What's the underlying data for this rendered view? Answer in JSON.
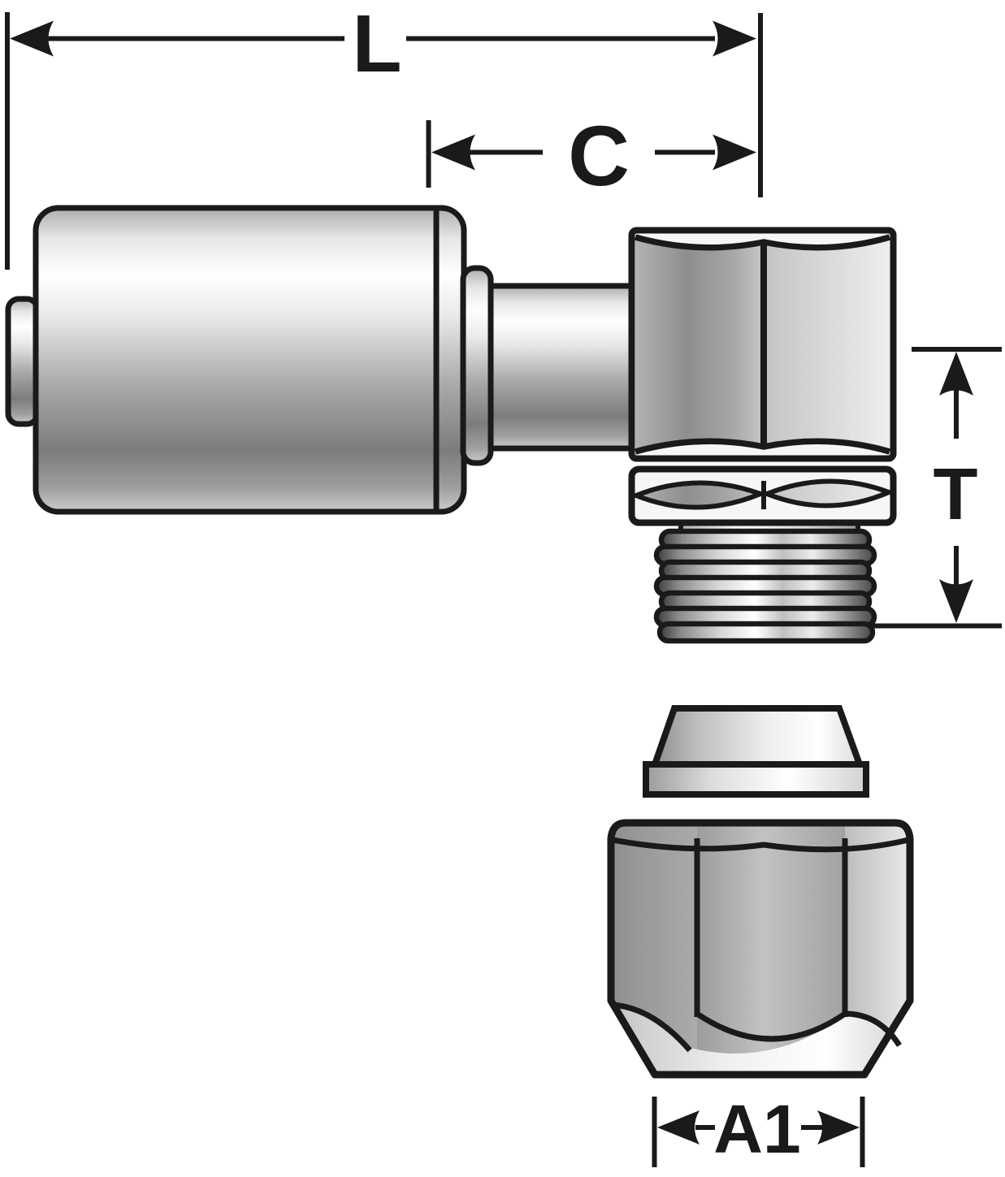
{
  "palette": {
    "background": "#ffffff",
    "line": "#1a1a1a",
    "chamfer_white": "#f6f6f6"
  },
  "dimensions": {
    "L": {
      "label": "L"
    },
    "C": {
      "label": "C"
    },
    "T": {
      "label": "T"
    },
    "A1": {
      "label": "A1"
    }
  }
}
